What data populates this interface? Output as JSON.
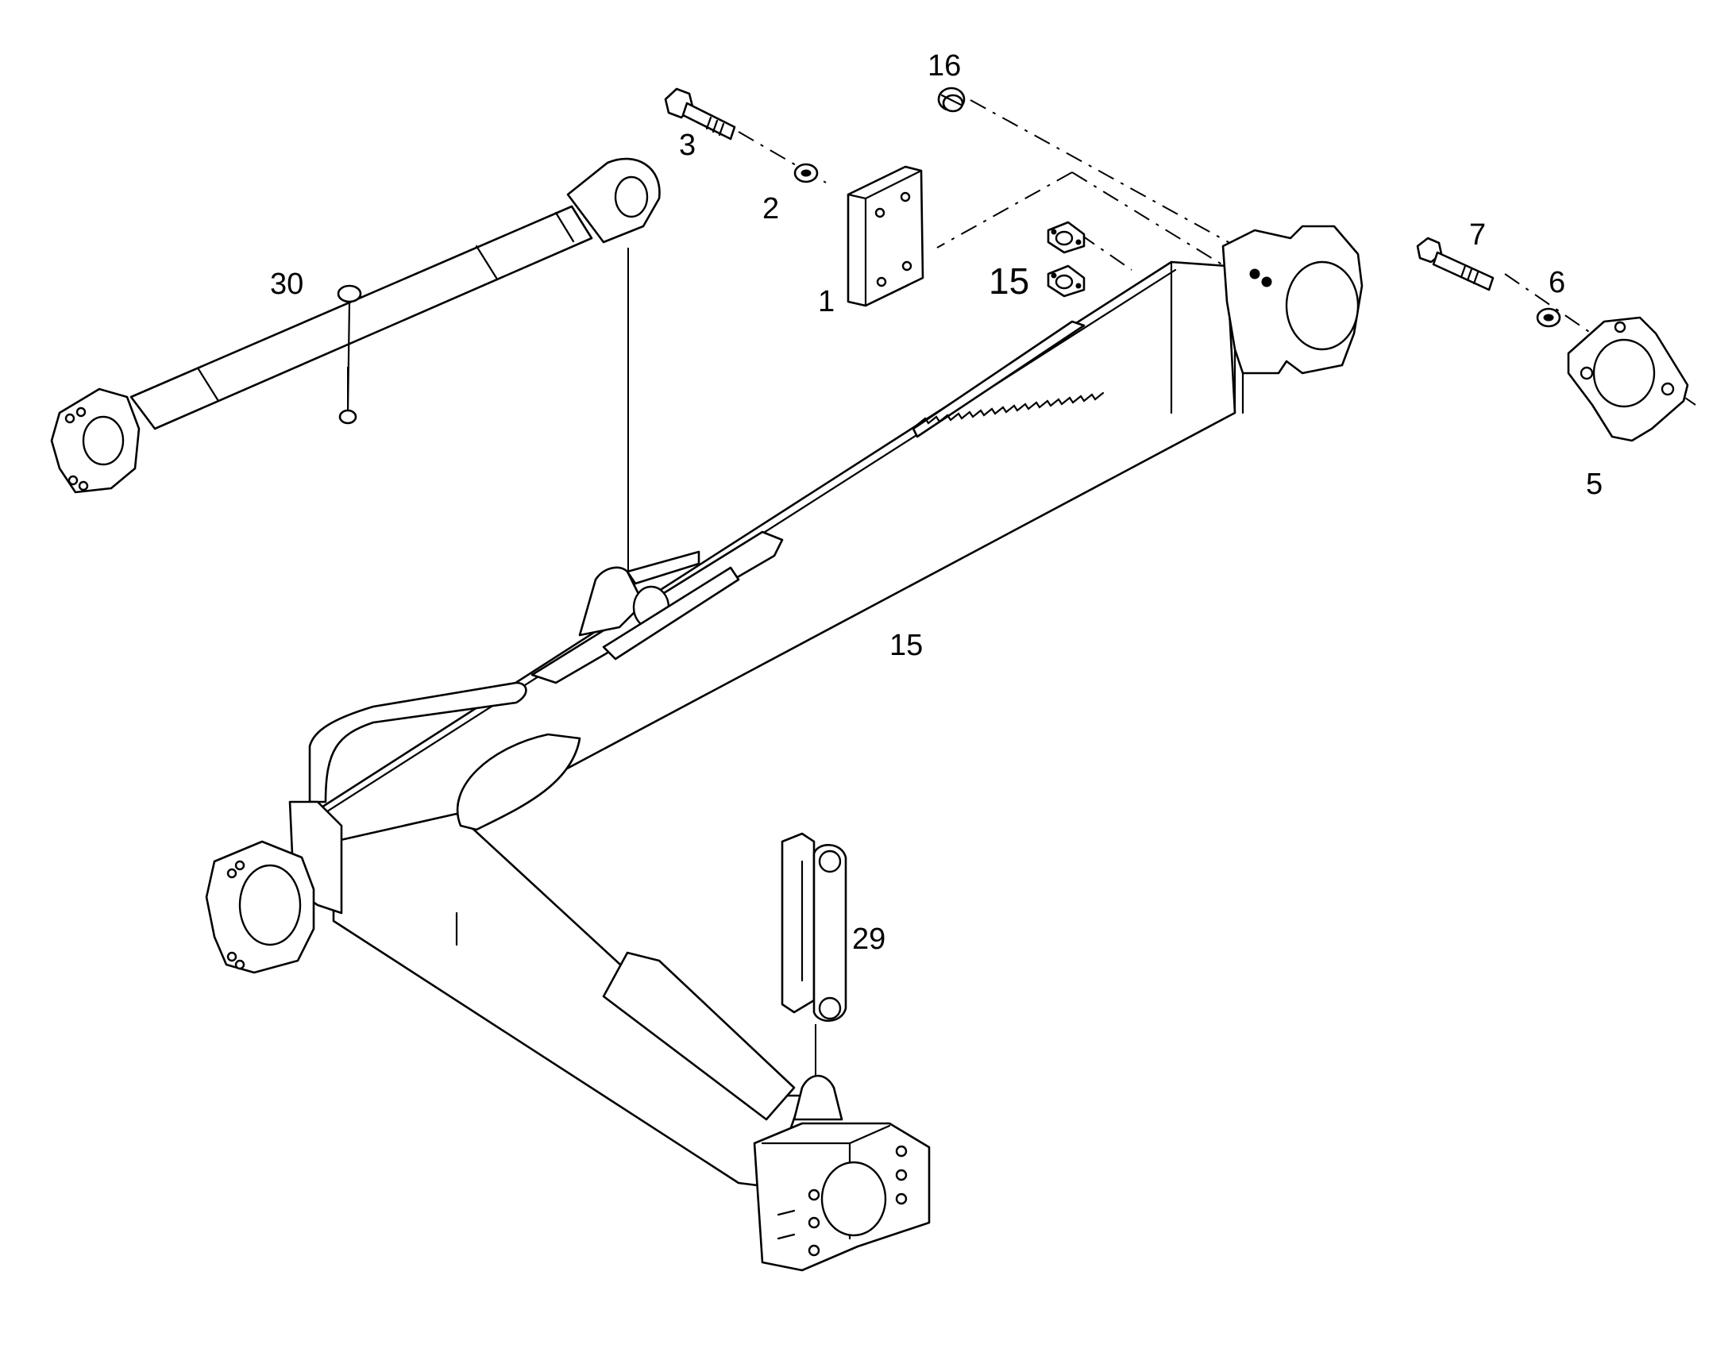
{
  "callouts": {
    "c1": "1",
    "c2": "2",
    "c3": "3",
    "c5": "5",
    "c6": "6",
    "c7": "7",
    "c15_small": "15",
    "c15_main": "15",
    "c16": "16",
    "c29": "29",
    "c30": "30"
  },
  "colors": {
    "line": "#000000",
    "background": "#ffffff"
  }
}
